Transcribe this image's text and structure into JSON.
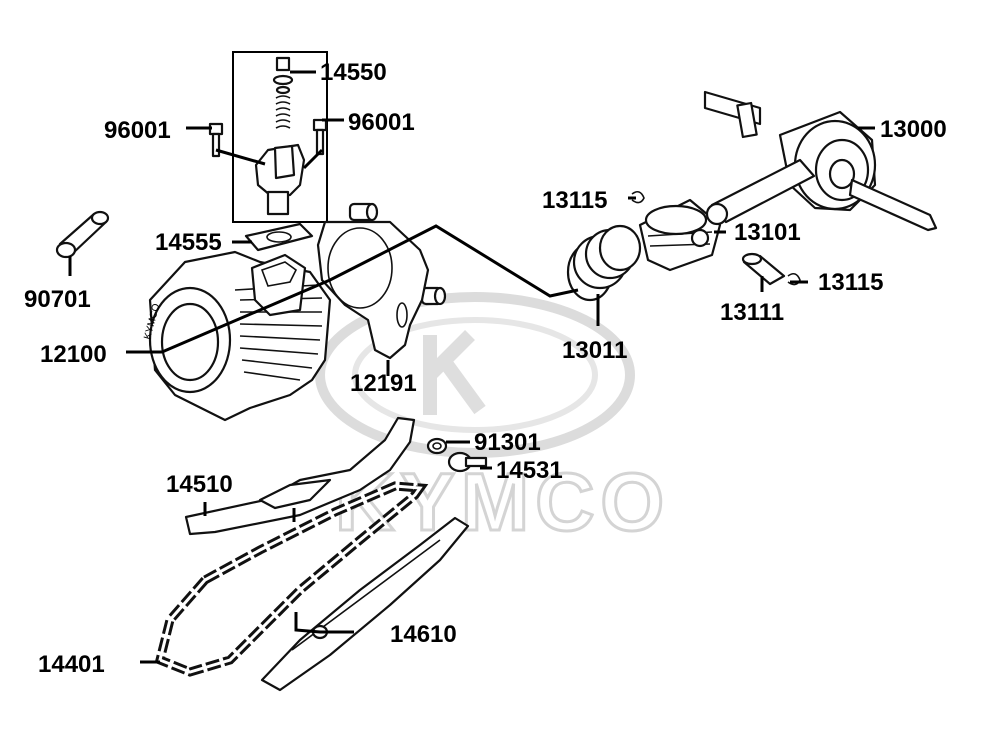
{
  "watermark": {
    "brand": "KYMCO",
    "cylinder_stamp": "KYMCO"
  },
  "callouts": [
    {
      "id": "c1",
      "part_no": "14550"
    },
    {
      "id": "c2",
      "part_no": "96001"
    },
    {
      "id": "c3",
      "part_no": "96001"
    },
    {
      "id": "c4",
      "part_no": "13000"
    },
    {
      "id": "c5",
      "part_no": "13115"
    },
    {
      "id": "c6",
      "part_no": "13101"
    },
    {
      "id": "c7",
      "part_no": "14555"
    },
    {
      "id": "c8",
      "part_no": "13115"
    },
    {
      "id": "c9",
      "part_no": "13111"
    },
    {
      "id": "c10",
      "part_no": "90701"
    },
    {
      "id": "c11",
      "part_no": "13011"
    },
    {
      "id": "c12",
      "part_no": "12100"
    },
    {
      "id": "c13",
      "part_no": "12191"
    },
    {
      "id": "c14",
      "part_no": "91301"
    },
    {
      "id": "c15",
      "part_no": "14531"
    },
    {
      "id": "c16",
      "part_no": "14510"
    },
    {
      "id": "c17",
      "part_no": "14610"
    },
    {
      "id": "c18",
      "part_no": "14401"
    }
  ]
}
